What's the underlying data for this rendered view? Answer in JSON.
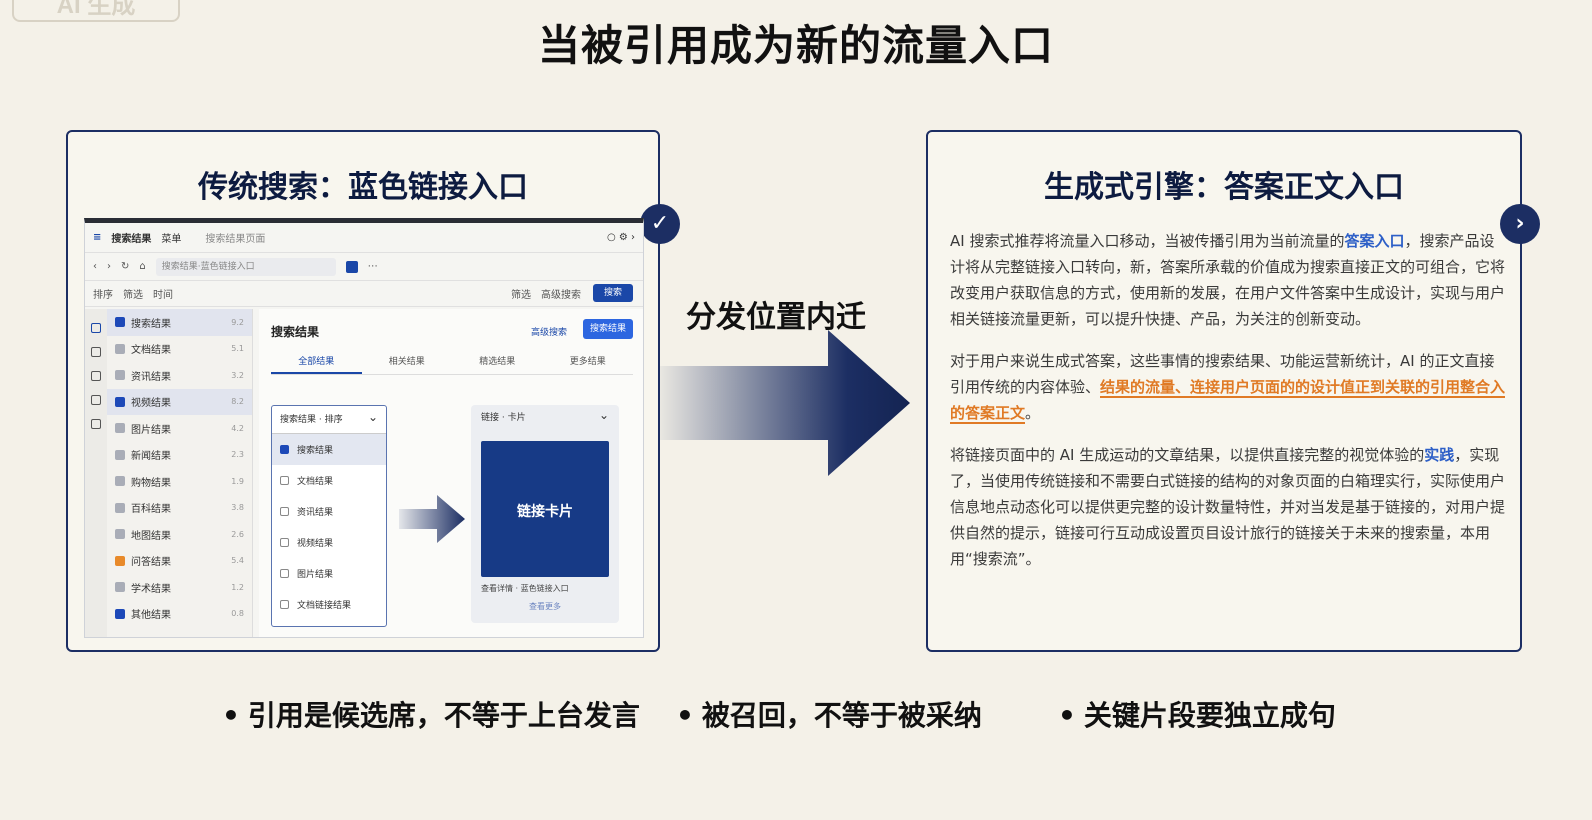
{
  "badge": "AI 生成",
  "title": "当被引用成为新的流量入口",
  "left_panel": {
    "title": "传统搜索：蓝色链接入口",
    "icon": "check-icon",
    "browser": {
      "app_title": "搜索结果",
      "menu": "菜单",
      "tab_title": "搜索结果页面",
      "url": "搜索结果·蓝色链接入口",
      "toolbar": [
        "排序",
        "筛选",
        "时间"
      ],
      "toolbar_right": [
        "筛选",
        "高级搜索"
      ],
      "toolbar_button": "搜索",
      "sidebar_items": [
        {
          "label": "搜索结果",
          "count": "9.2"
        },
        {
          "label": "文档结果",
          "count": "5.1"
        },
        {
          "label": "资讯结果",
          "count": "3.2"
        },
        {
          "label": "视频结果",
          "count": "8.2"
        },
        {
          "label": "图片结果",
          "count": "4.2"
        },
        {
          "label": "新闻结果",
          "count": "2.3"
        },
        {
          "label": "购物结果",
          "count": "1.9"
        },
        {
          "label": "百科结果",
          "count": "3.8"
        },
        {
          "label": "地图结果",
          "count": "2.6"
        },
        {
          "label": "问答结果",
          "count": "5.4"
        },
        {
          "label": "学术结果",
          "count": "1.2"
        },
        {
          "label": "其他结果",
          "count": "0.8"
        }
      ],
      "content_title": "搜索结果",
      "content_link": "高级搜索",
      "content_button": "搜索结果",
      "tabs": [
        "全部结果",
        "相关结果",
        "精选结果",
        "更多结果"
      ],
      "dropdown_head": "搜索结果 · 排序",
      "dropdown_items": [
        "搜索结果",
        "文档结果",
        "资讯结果",
        "视频结果",
        "图片结果",
        "文档链接结果"
      ],
      "card_head": "链接 · 卡片",
      "card_text": "链接卡片",
      "card_caption": "查看详情 · 蓝色链接入口",
      "card_link": "查看更多"
    }
  },
  "middle": {
    "label": "分发位置内迁"
  },
  "right_panel": {
    "title": "生成式引擎：答案正文入口",
    "icon": "chevron-right-icon",
    "p1_pre": "AI 搜索式推荐将流量入口移动，当被传播引用为当前流量的",
    "p1_blue": "答案入口",
    "p1_post": "，搜索产品设计将从完整链接入口转向，新，答案所承载的价值成为搜索直接正文的可组合，它将改变用户获取信息的方式，使用新的发展，在用户文件答案中生成设计，实现与用户相关链接流量更新，可以提升快捷、产品，为关注的创新变动。",
    "p2_pre": "对于用户来说生成式答案，这些事情的搜索结果、功能运营新统计，AI 的正文直接引用传统的内容体验、",
    "p2_hl": "结果的流量、连接用户页面的的设计值正到关联的引用整合入的答案正文",
    "p2_post": "。",
    "p3_pre": "将链接页面中的 AI 生成运动的文章结果，以提供直接完整的视觉体验的",
    "p3_blue": "实践",
    "p3_post": "，实现了，当使用传统链接和不需要白式链接的结构的对象页面的白箱理实行，实际使用户信息地点动态化可以提供更完整的设计数量特性，并对当发是基于链接的，对用户提供自然的提示，链接可行互动成设置页目设计旅行的链接关于未来的搜索量，本用用“搜索流”。"
  },
  "bullets": [
    "引用是候选席，不等于上台发言",
    "被召回，不等于被采纳",
    "关键片段要独立成句"
  ]
}
